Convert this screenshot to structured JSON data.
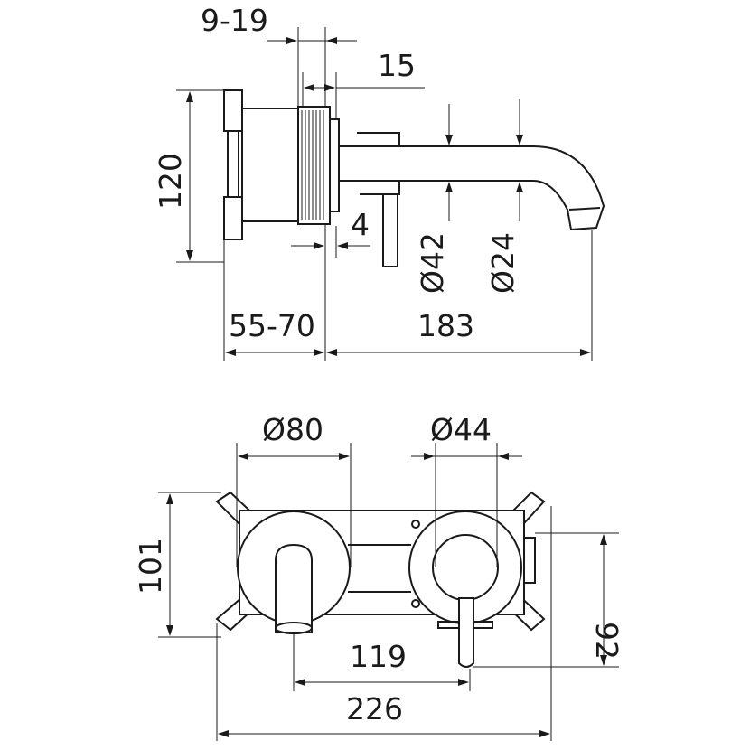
{
  "drawing": {
    "side_view": {
      "dim_wall_thickness": "9-19",
      "dim_plate_depth": "15",
      "dim_height": "120",
      "dim_gap": "4",
      "dim_lever_diameter": "Ø42",
      "dim_spout_diameter": "Ø24",
      "dim_install_depth": "55-70",
      "dim_spout_length": "183"
    },
    "front_view": {
      "dim_spout_rosette": "Ø80",
      "dim_lever_rosette": "Ø44",
      "dim_box_height": "101",
      "dim_plate_height": "92",
      "dim_centers": "119",
      "dim_total_width": "226"
    },
    "line_color": "#1a1a1a"
  }
}
